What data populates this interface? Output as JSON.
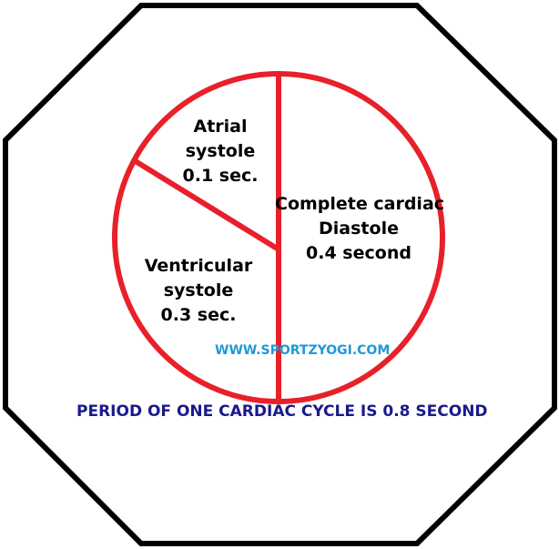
{
  "segments": [
    {
      "key": "atrial",
      "lines": [
        "Atrial",
        "systole",
        "0.1 sec."
      ]
    },
    {
      "key": "ventricular",
      "lines": [
        "Ventricular",
        "systole",
        "0.3 sec."
      ]
    },
    {
      "key": "diastole",
      "lines": [
        "Complete cardiac",
        "Diastole",
        "0.4 second"
      ]
    }
  ],
  "watermark": "WWW.SPORTZYOGI.COM",
  "caption": "PERIOD OF ONE CARDIAC CYCLE IS 0.8 SECOND",
  "colors": {
    "hexagon_stroke": "#000000",
    "circle_stroke": "#e8202a",
    "watermark": "#1e9ad6",
    "caption": "#1a1a8c"
  }
}
